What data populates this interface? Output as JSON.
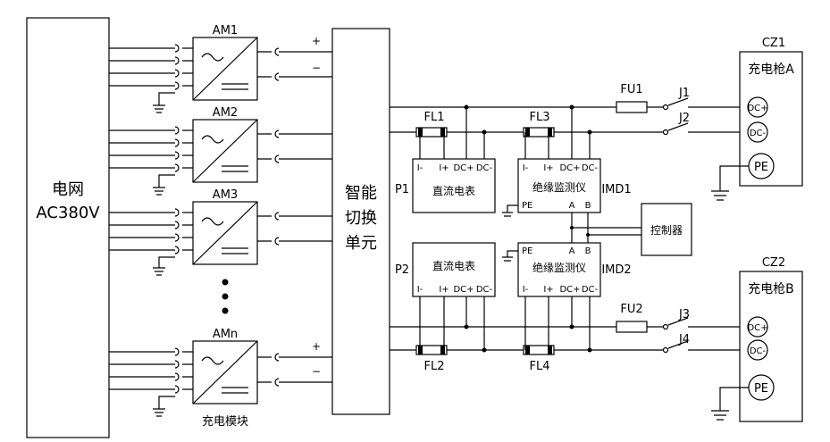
{
  "grid": {
    "line1": "电网",
    "line2": "AC380V"
  },
  "modules": [
    "AM1",
    "AM2",
    "AM3",
    "AMn"
  ],
  "module_group_label": "充电模块",
  "polarity": {
    "plus": "+",
    "minus": "−"
  },
  "switch_unit": {
    "line1": "智能",
    "line2": "切换",
    "line3": "单元"
  },
  "filters": [
    "FL1",
    "FL2",
    "FL3",
    "FL4"
  ],
  "meters": [
    {
      "id": "P1",
      "title": "直流电表",
      "terminals": [
        "I-",
        "I+",
        "DC+",
        "DC-"
      ]
    },
    {
      "id": "P2",
      "title": "直流电表",
      "terminals": [
        "I-",
        "I+",
        "DC+",
        "DC-"
      ]
    }
  ],
  "imds": [
    {
      "id": "IMD1",
      "title": "绝缘监测仪",
      "terminals": [
        "I-",
        "I+",
        "DC+",
        "DC-"
      ],
      "pe": "PE",
      "a": "A",
      "b": "B"
    },
    {
      "id": "IMD2",
      "title": "绝缘监测仪",
      "terminals": [
        "I-",
        "I+",
        "DC+",
        "DC-"
      ],
      "pe": "PE",
      "a": "A",
      "b": "B"
    }
  ],
  "controller": "控制器",
  "fuses": [
    "FU1",
    "FU2"
  ],
  "contactors": [
    "J1",
    "J2",
    "J3",
    "J4"
  ],
  "connectors": [
    {
      "id": "CZ1",
      "title": "充电枪A",
      "dcp": "DC+",
      "dcm": "DC-",
      "pe": "PE"
    },
    {
      "id": "CZ2",
      "title": "充电枪B",
      "dcp": "DC+",
      "dcm": "DC-",
      "pe": "PE"
    }
  ]
}
